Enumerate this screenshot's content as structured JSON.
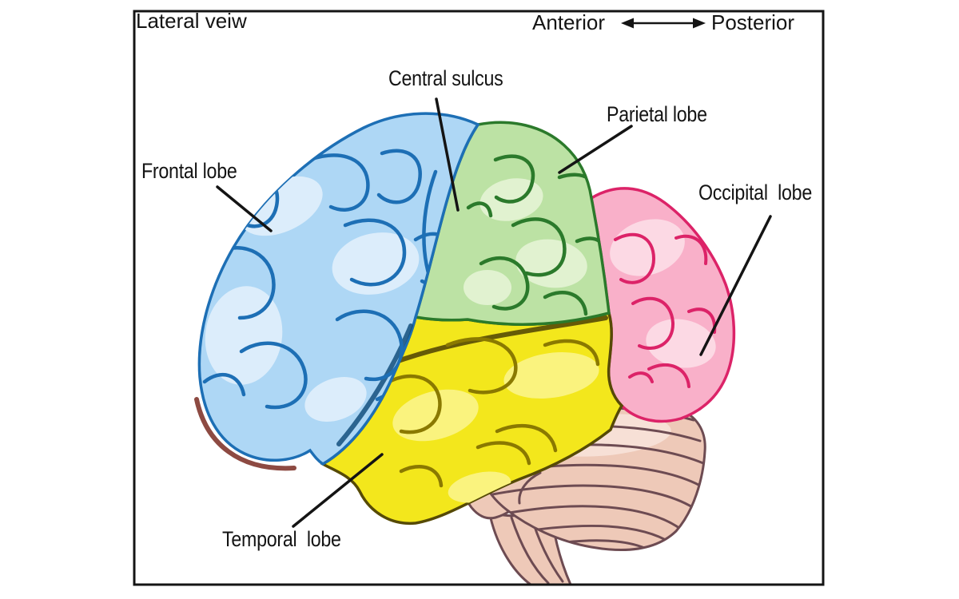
{
  "figure": {
    "view_label": "Lateral veiw",
    "direction_left": "Anterior",
    "direction_right": "Posterior"
  },
  "labels": {
    "central_sulcus": "Central sulcus",
    "parietal_lobe": "Parietal lobe",
    "frontal_lobe": "Frontal lobe",
    "occipital_lobe": "Occipital  lobe",
    "temporal_lobe": "Temporal  lobe"
  },
  "colors": {
    "frontal": "#aed7f5",
    "frontal_line": "#1d6fb5",
    "frontal_light": "#dcedfb",
    "frontal_deep": "#14507e",
    "parietal": "#bce2a4",
    "parietal_line": "#2b7a2b",
    "parietal_light": "#e1f2d0",
    "occipital": "#f9b0c9",
    "occipital_line": "#dc2368",
    "occipital_light": "#fcd9e4",
    "temporal": "#f3e71c",
    "temporal_line": "#8a7900",
    "temporal_light": "#faf37e",
    "temporal_deep": "#564a06",
    "cerebellum": "#eec9b8",
    "cerebellum_line": "#6d4b52",
    "cerebellum_light": "#f7e0d6",
    "rim": "#8d4a42",
    "ink": "#141414"
  }
}
